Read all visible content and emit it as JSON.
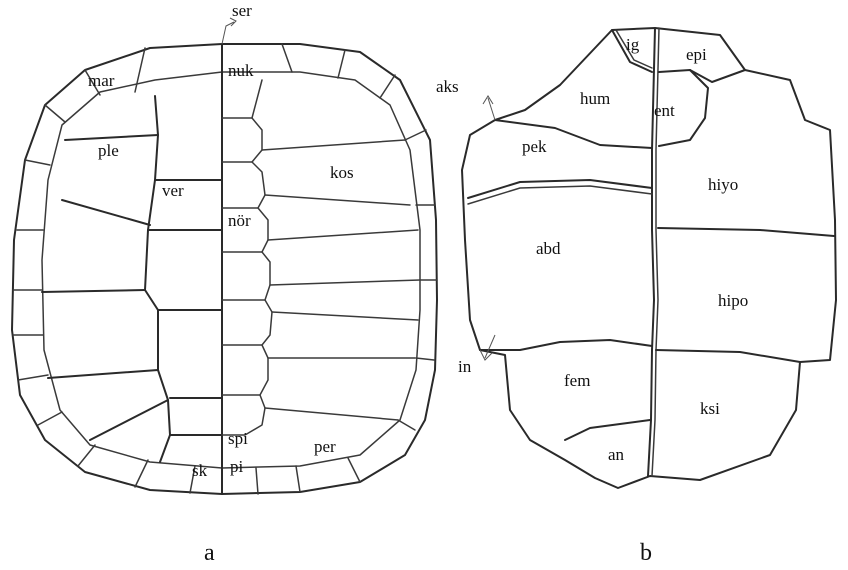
{
  "carapace": {
    "panel_label": "a",
    "labels": {
      "ser": "ser",
      "mar": "mar",
      "nuk": "nuk",
      "ple": "ple",
      "kos": "kos",
      "ver": "ver",
      "nor": "nör",
      "spi": "spi",
      "pi": "pi",
      "sk": "sk",
      "per": "per"
    }
  },
  "plastron": {
    "panel_label": "b",
    "labels": {
      "ig": "ig",
      "epi": "epi",
      "aks": "aks",
      "hum": "hum",
      "ent": "ent",
      "pek": "pek",
      "hiyo": "hiyo",
      "abd": "abd",
      "hipo": "hipo",
      "in": "in",
      "fem": "fem",
      "ksi": "ksi",
      "an": "an"
    }
  }
}
